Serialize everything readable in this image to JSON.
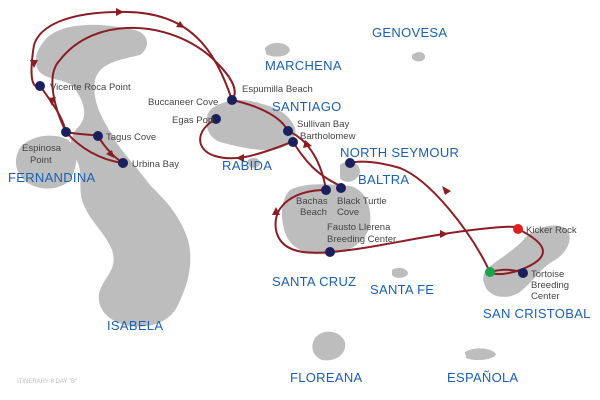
{
  "islands": {
    "genovesa": "GENOVESA",
    "marchena": "MARCHENA",
    "santiago": "SANTIAGO",
    "north_seymour": "NORTH SEYMOUR",
    "baltra": "BALTRA",
    "rabida": "RABIDA",
    "fernandina": "FERNANDINA",
    "santa_cruz": "SANTA CRUZ",
    "santa_fe": "SANTA FE",
    "san_cristobal": "SAN CRISTOBAL",
    "isabela": "ISABELA",
    "floreana": "FLOREANA",
    "espanola": "ESPAÑOLA"
  },
  "sites": {
    "espumilla": "Espumilla Beach",
    "buccaneer": "Buccaneer Cove",
    "egas": "Egas Port",
    "sullivan1": "Sullivan Bay",
    "sullivan2": "Bartholomew",
    "vicente": "Vicente Roca Point",
    "espinosa1": "Espinosa",
    "espinosa2": "Point",
    "tagus": "Tagus Cove",
    "urbina": "Urbina Bay",
    "bachas1": "Bachas",
    "bachas2": "Beach",
    "turtle1": "Black Turtle",
    "turtle2": "Cove",
    "fausto1": "Fausto Llerena",
    "fausto2": "Breeding Center",
    "kicker": "Kicker Rock",
    "tortoise1": "Tortoise",
    "tortoise2": "Breeding",
    "tortoise3": "Center"
  },
  "footer": "ITINERARY 8 DAY \"B\"",
  "colors": {
    "route": "#8b1e24",
    "site": "#1b1f5e",
    "start": "#1aa34a",
    "end": "#e02020",
    "label": "#1a5fb4"
  }
}
